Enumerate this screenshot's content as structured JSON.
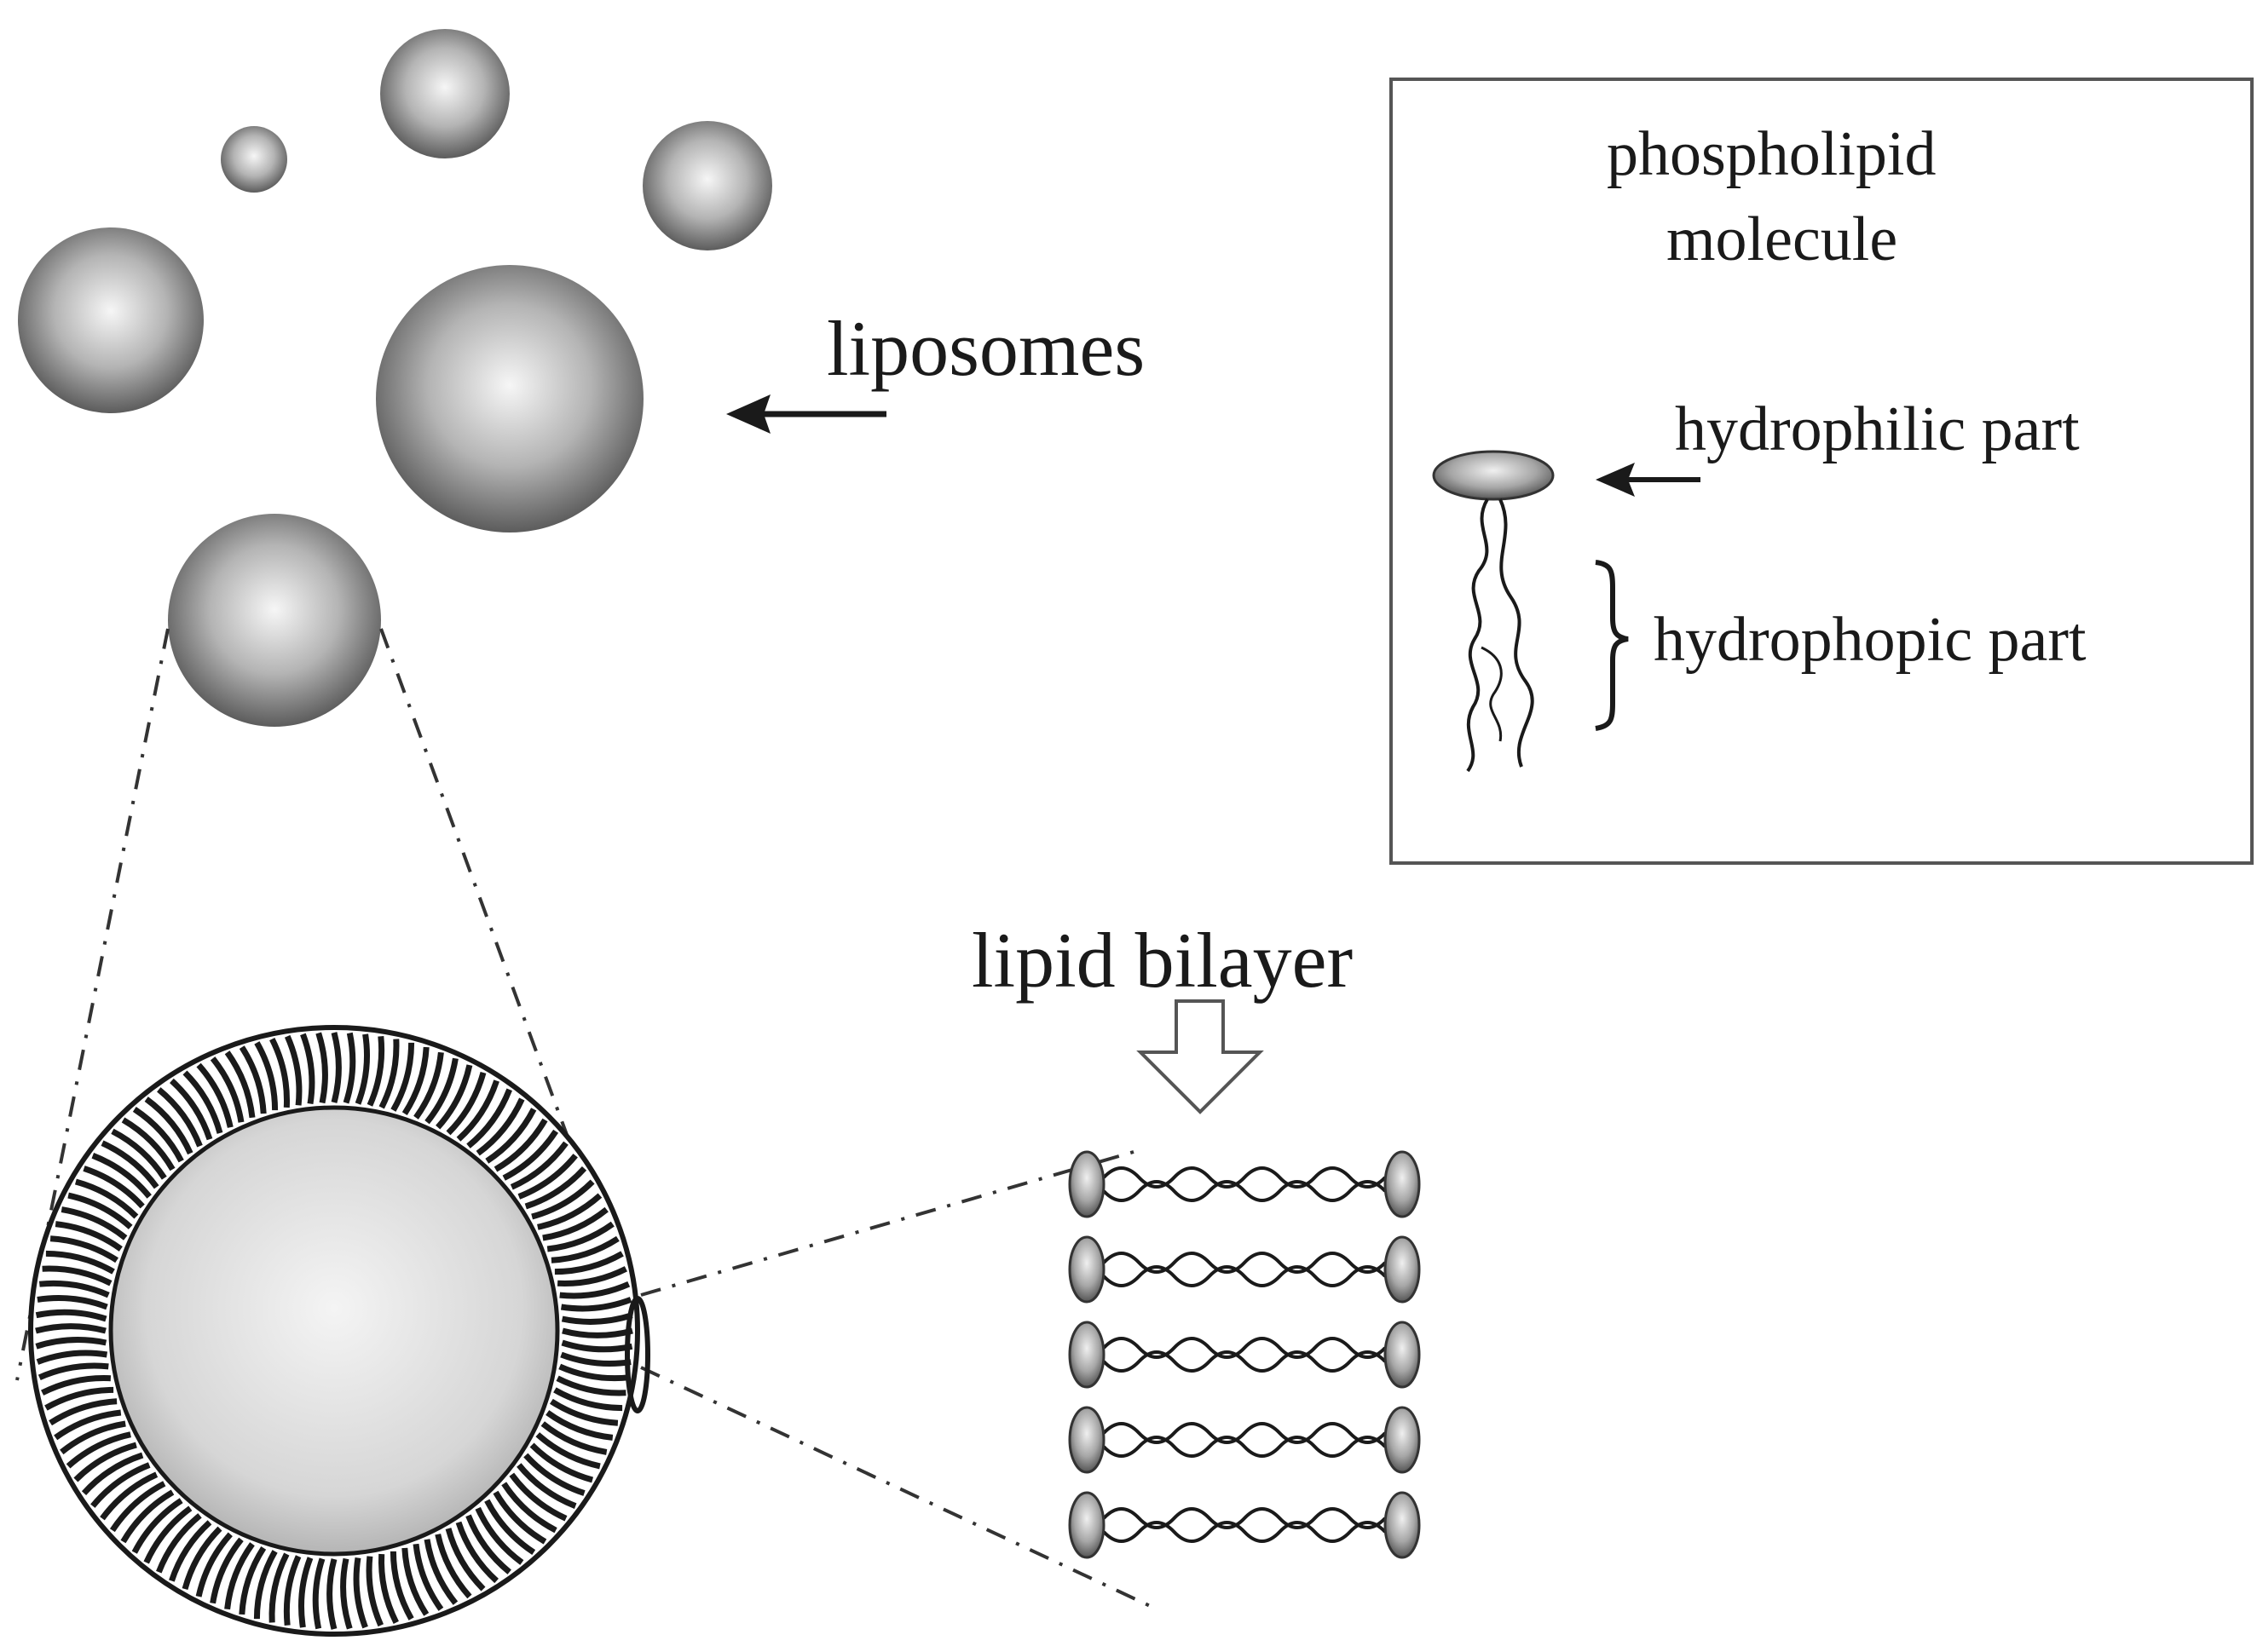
{
  "labels": {
    "liposomes": "liposomes",
    "lipid_bilayer": "lipid bilayer",
    "legend_title_line1": "phospholipid",
    "legend_title_line2": "molecule",
    "hydrophilic": "hydrophilic part",
    "hydrophobic": "hydrophopic part"
  },
  "colors": {
    "sphere_dark": "#5a5a5a",
    "sphere_light": "#f4f4f4",
    "line": "#1a1a1a",
    "box_border": "#555555"
  },
  "liposome_count": 7,
  "bilayer_row_count": 5
}
